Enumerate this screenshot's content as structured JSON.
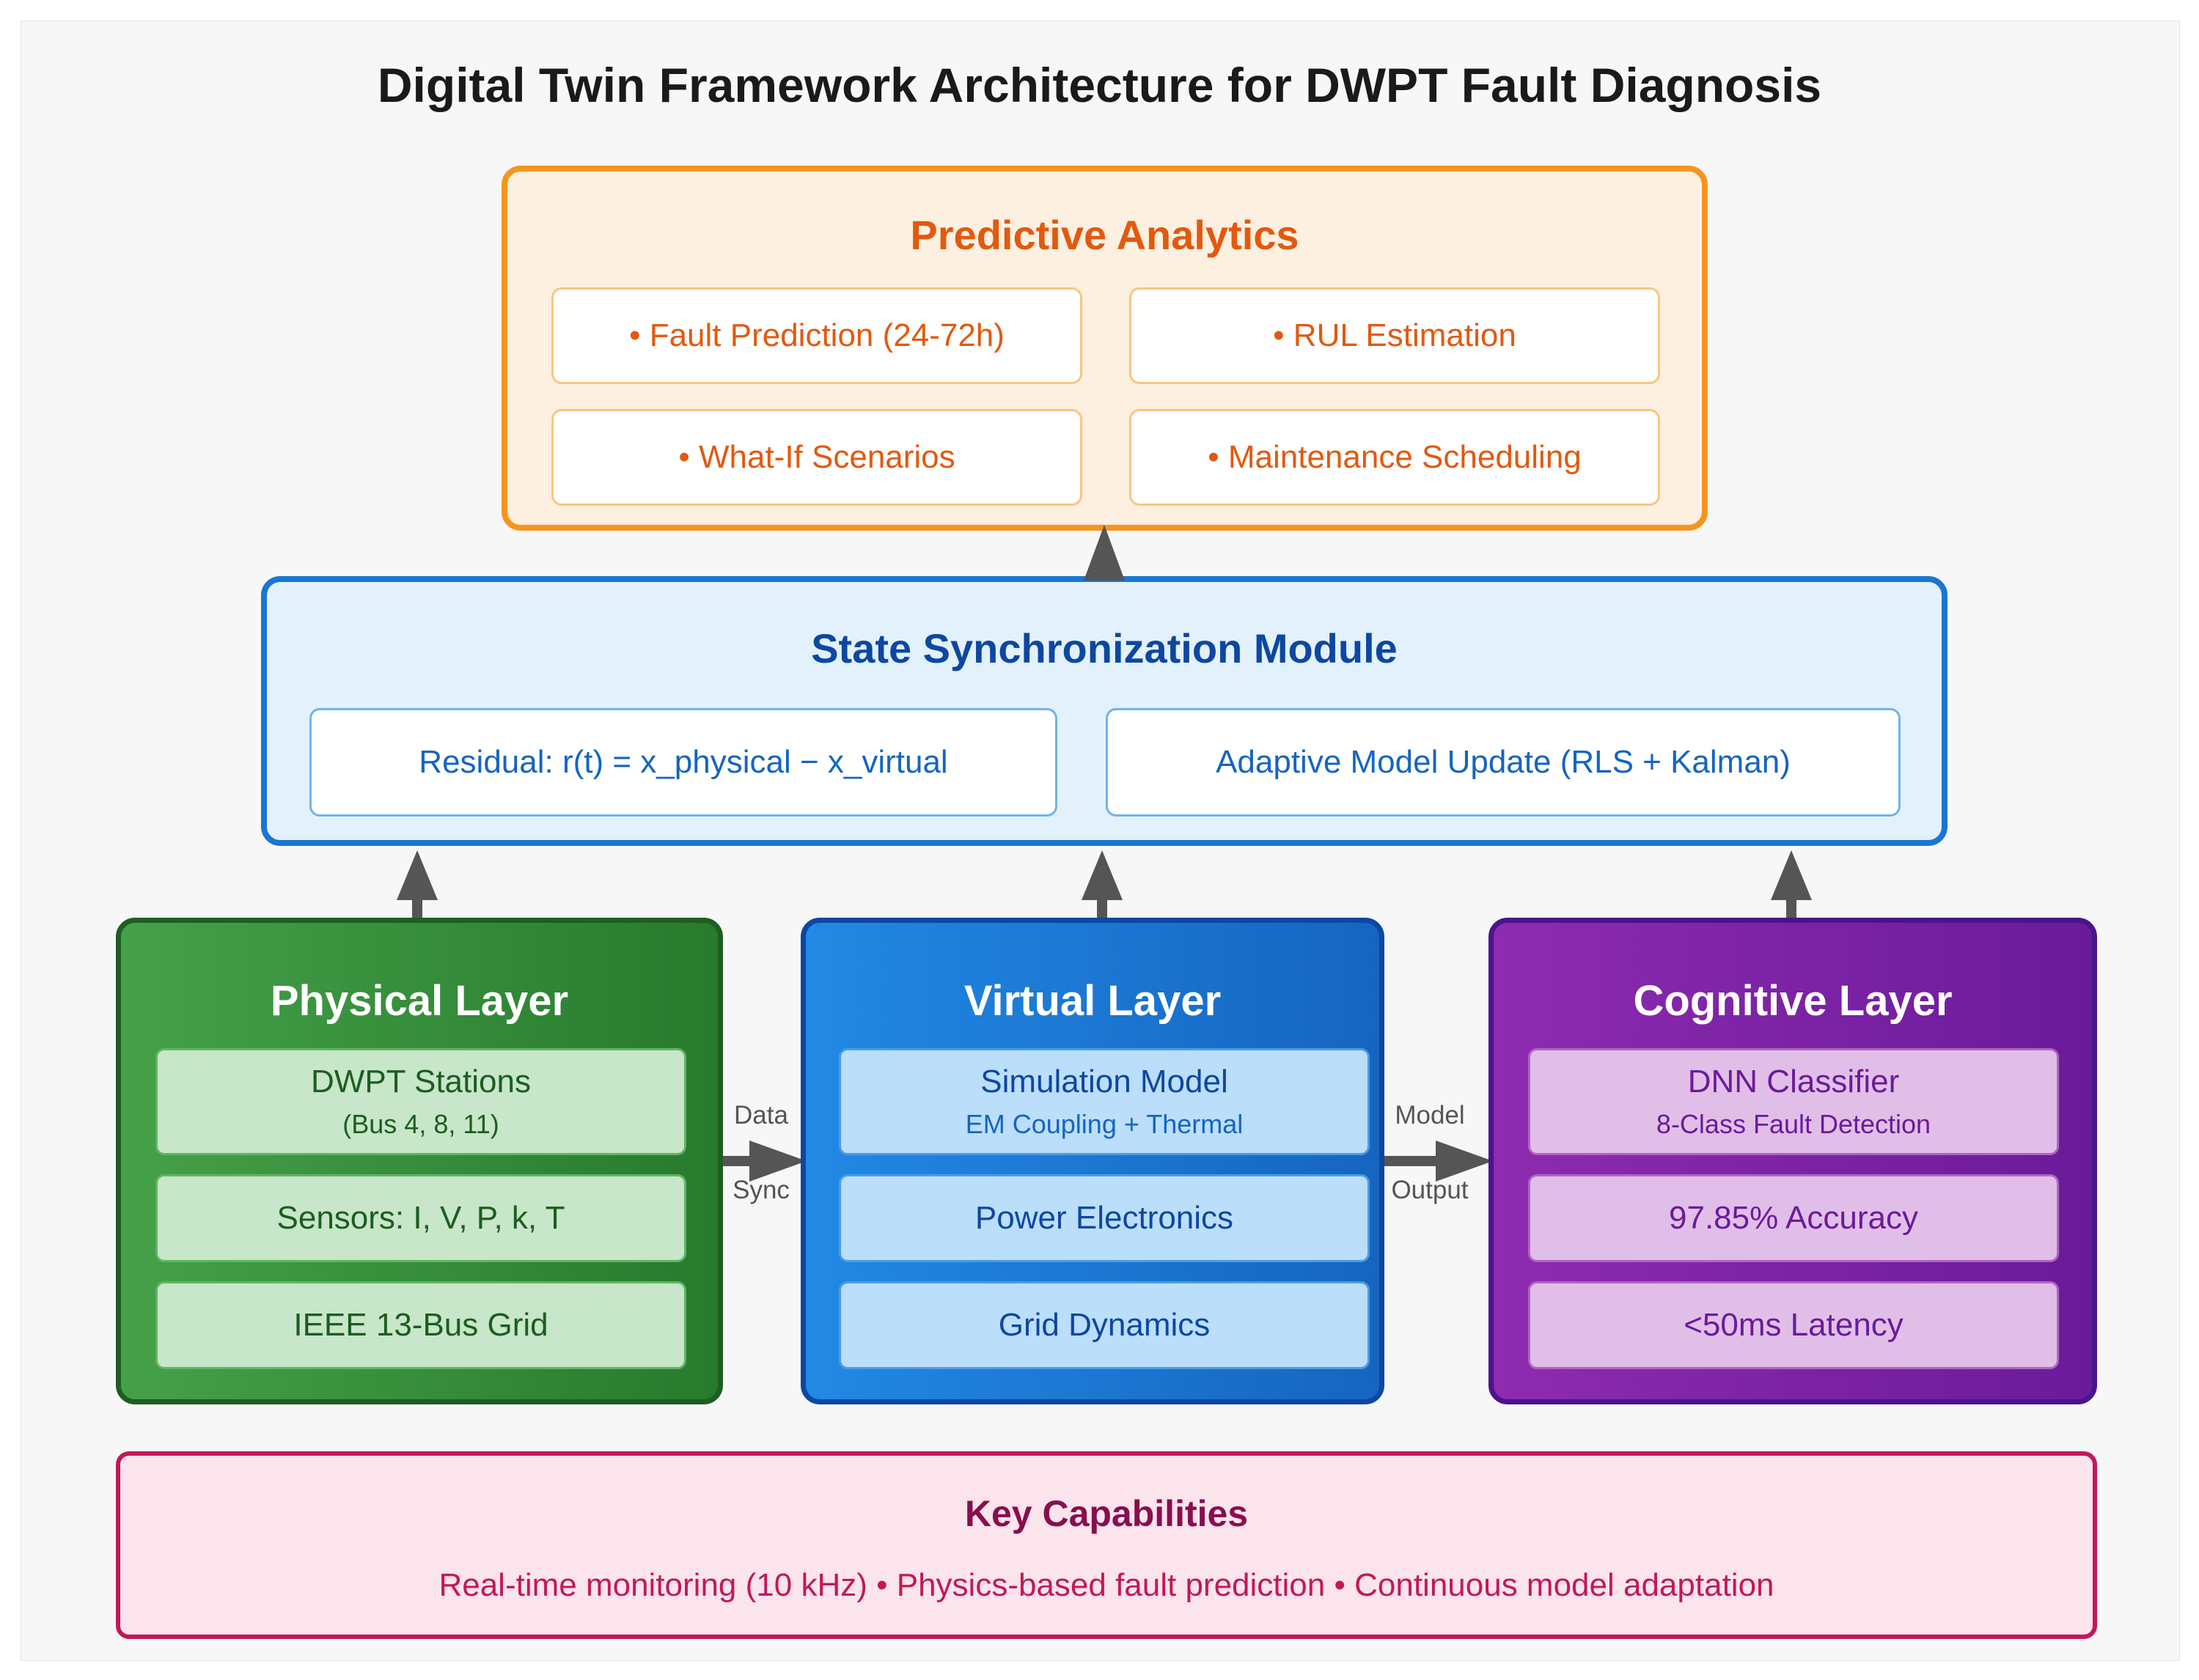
{
  "title": "Digital Twin Framework Architecture for DWPT Fault Diagnosis",
  "predictive": {
    "title": "Predictive Analytics",
    "items": [
      "• Fault Prediction (24-72h)",
      "• RUL Estimation",
      "• What-If Scenarios",
      "• Maintenance Scheduling"
    ]
  },
  "sync": {
    "title": "State Synchronization Module",
    "items": [
      "Residual: r(t) = x_physical − x_virtual",
      "Adaptive Model Update (RLS + Kalman)"
    ]
  },
  "physical": {
    "title": "Physical Layer",
    "items": [
      {
        "label": "DWPT Stations",
        "sub": "(Bus 4, 8, 11)"
      },
      {
        "label": "Sensors: I, V, P, k, T"
      },
      {
        "label": "IEEE 13-Bus Grid"
      }
    ]
  },
  "virtual": {
    "title": "Virtual Layer",
    "items": [
      {
        "label": "Simulation Model",
        "sub": "EM Coupling + Thermal"
      },
      {
        "label": "Power Electronics"
      },
      {
        "label": "Grid Dynamics"
      }
    ]
  },
  "cognitive": {
    "title": "Cognitive Layer",
    "items": [
      {
        "label": "DNN Classifier",
        "sub": "8-Class Fault Detection"
      },
      {
        "label": "97.85% Accuracy"
      },
      {
        "label": "<50ms Latency"
      }
    ]
  },
  "connectors": {
    "data_top": "Data",
    "data_bottom": "Sync",
    "model_top": "Model",
    "model_bottom": "Output"
  },
  "key": {
    "title": "Key Capabilities",
    "text": "Real-time monitoring (10 kHz) • Physics-based fault prediction • Continuous model adaptation"
  },
  "colors": {
    "predictive_border": "#f7941d",
    "sync_border": "#1976d2",
    "physical": "#2e7d32",
    "virtual": "#1976d2",
    "cognitive": "#7b1fa2",
    "key_border": "#c2185b",
    "arrow": "#555555"
  }
}
